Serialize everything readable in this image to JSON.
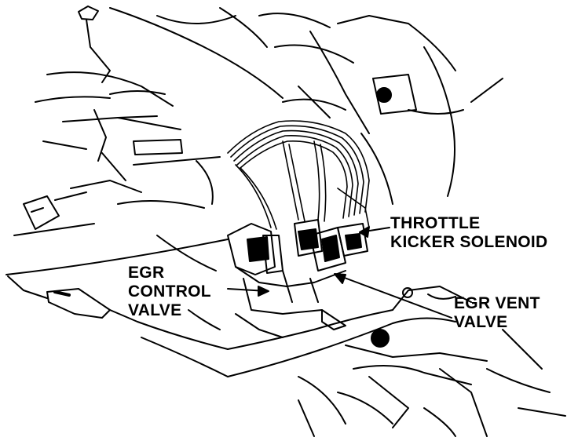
{
  "labels": {
    "throttle_kicker_solenoid": {
      "line1": "THROTTLE",
      "line2": "KICKER SOLENOID"
    },
    "egr_control_valve": {
      "line1": "EGR",
      "line2": "CONTROL",
      "line3": "VALVE"
    },
    "egr_vent_valve": {
      "line1": "EGR VENT",
      "line2": "VALVE"
    }
  },
  "colors": {
    "ink": "#000000",
    "paper": "#ffffff"
  }
}
